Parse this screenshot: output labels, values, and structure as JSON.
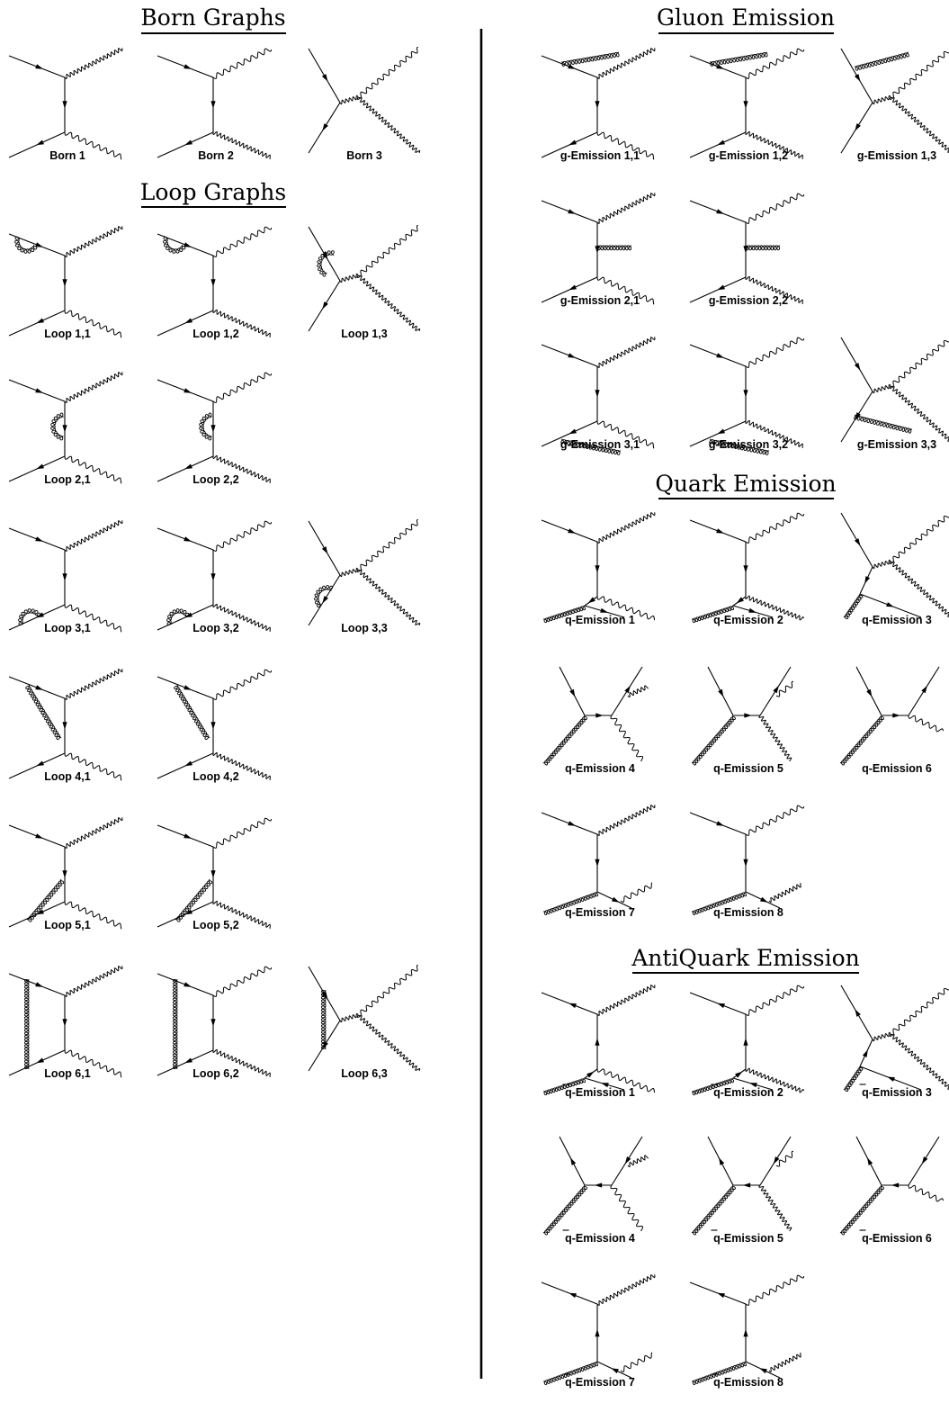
{
  "sections": {
    "born": "Born Graphs",
    "loop": "Loop Graphs",
    "gluon": "Gluon Emission",
    "quark": "Quark Emission",
    "antiquark": "AntiQuark Emission"
  },
  "born": [
    "Born 1",
    "Born 2",
    "Born 3"
  ],
  "loop": [
    [
      "Loop 1,1",
      "Loop 1,2",
      "Loop 1,3"
    ],
    [
      "Loop 2,1",
      "Loop 2,2"
    ],
    [
      "Loop 3,1",
      "Loop 3,2",
      "Loop 3,3"
    ],
    [
      "Loop 4,1",
      "Loop 4,2"
    ],
    [
      "Loop 5,1",
      "Loop 5,2"
    ],
    [
      "Loop 6,1",
      "Loop 6,2",
      "Loop 6,3"
    ]
  ],
  "gluon": [
    [
      "g-Emission 1,1",
      "g-Emission 1,2",
      "g-Emission 1,3"
    ],
    [
      "g-Emission 2,1",
      "g-Emission 2,2"
    ],
    [
      "g-Emission 3,1",
      "g-Emission 3,2",
      "g-Emission 3,3"
    ]
  ],
  "quark": [
    [
      "q-Emission 1",
      "q-Emission 2",
      "q-Emission 3"
    ],
    [
      "q-Emission 4",
      "q-Emission 5",
      "q-Emission 6"
    ],
    [
      "q-Emission 7",
      "q-Emission 8"
    ]
  ],
  "antiquark": [
    [
      "q-Emission 1",
      "q-Emission 2",
      "q-Emission 3"
    ],
    [
      "q-Emission 4",
      "q-Emission 5",
      "q-Emission 6"
    ],
    [
      "q-Emission 7",
      "q-Emission 8"
    ]
  ]
}
